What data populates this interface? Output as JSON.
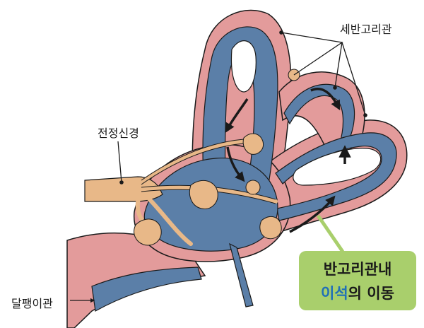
{
  "labels": {
    "semicircular_canals": "세반고리관",
    "vestibular_nerve": "전정신경",
    "eustachian_tube": "달팽이관"
  },
  "callout": {
    "line1": "반고리관내",
    "highlight": "이석",
    "line2_rest": "의 이동"
  },
  "colors": {
    "outer_pink": "#e39b9b",
    "blue_fill": "#5b7fa8",
    "nerve_tan": "#e8b888",
    "callout_green": "#a9cf6c",
    "highlight_blue": "#1f6fb8",
    "dark": "#1a1a1a"
  }
}
